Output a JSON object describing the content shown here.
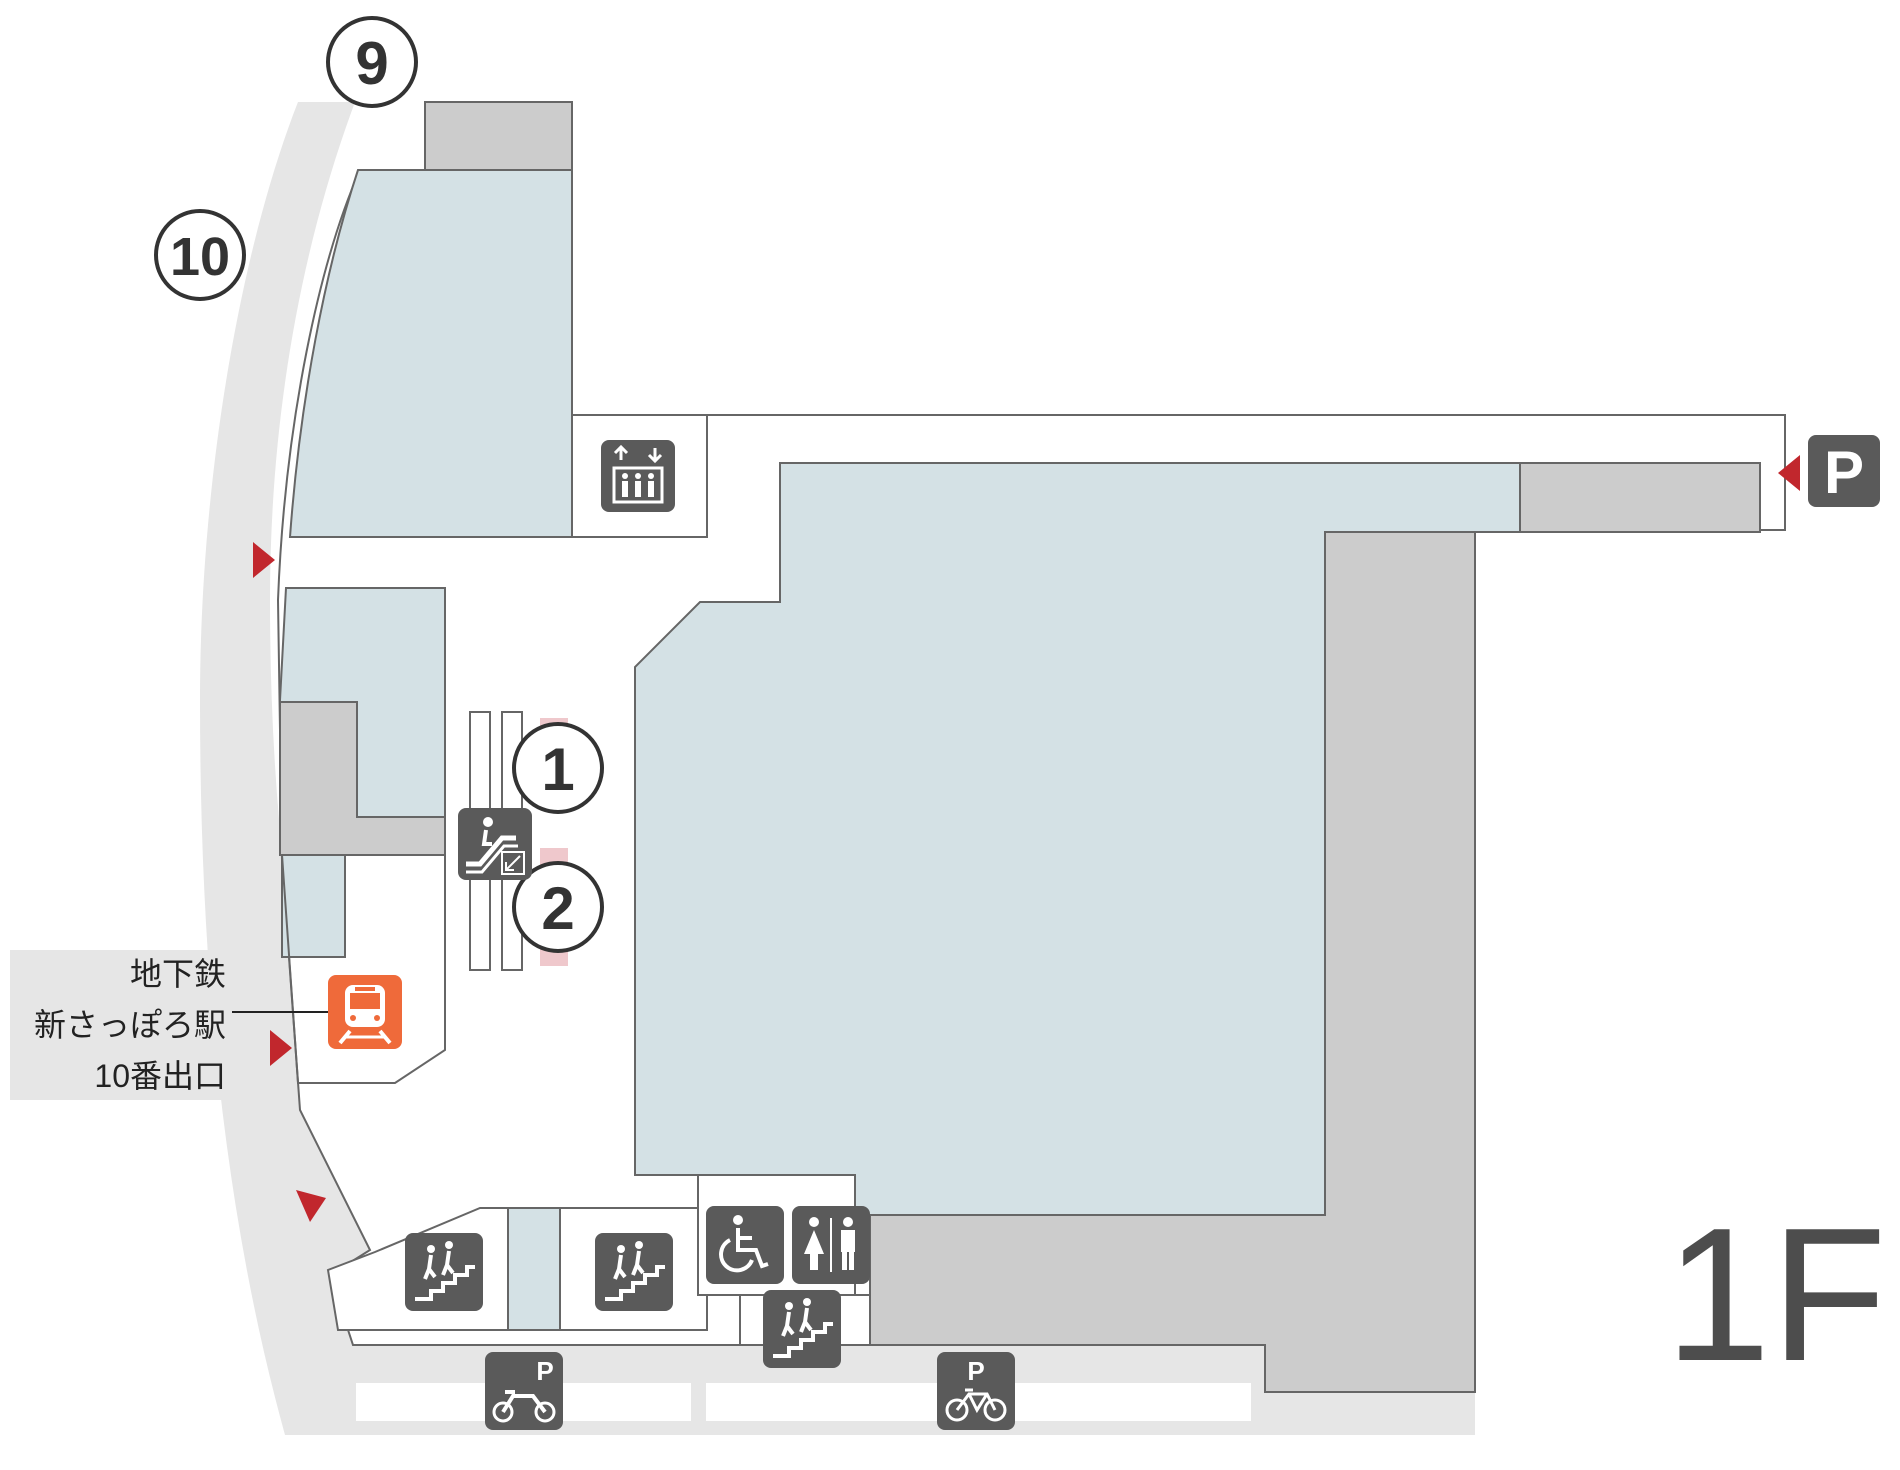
{
  "floor_label": "1F",
  "exits": [
    {
      "id": "exit-9",
      "label": "9"
    },
    {
      "id": "exit-10",
      "label": "10"
    }
  ],
  "markers": [
    {
      "id": "marker-1",
      "label": "1"
    },
    {
      "id": "marker-2",
      "label": "2"
    }
  ],
  "station": {
    "lines": [
      "地下鉄",
      "新さっぽろ駅",
      "10番出口"
    ]
  },
  "parking_sign": "P",
  "moto_parking_sign": "P",
  "bike_parking_sign": "P",
  "icons": [
    "elevator-icon",
    "escalator-icon",
    "subway-train-icon",
    "stairs-icon",
    "wheelchair-icon",
    "restroom-icon",
    "motorcycle-parking-icon",
    "bicycle-parking-icon",
    "parking-icon",
    "entrance-arrow-icon"
  ],
  "colors": {
    "walkway": "#e6e6e6",
    "store_area": "#d4e1e5",
    "service_area": "#cccccc",
    "icon_bg": "#5a5a5a",
    "station_icon": "#ef6a3a",
    "entrance_arrow": "#c1272d",
    "escalator_highlight": "#efc8cc"
  }
}
